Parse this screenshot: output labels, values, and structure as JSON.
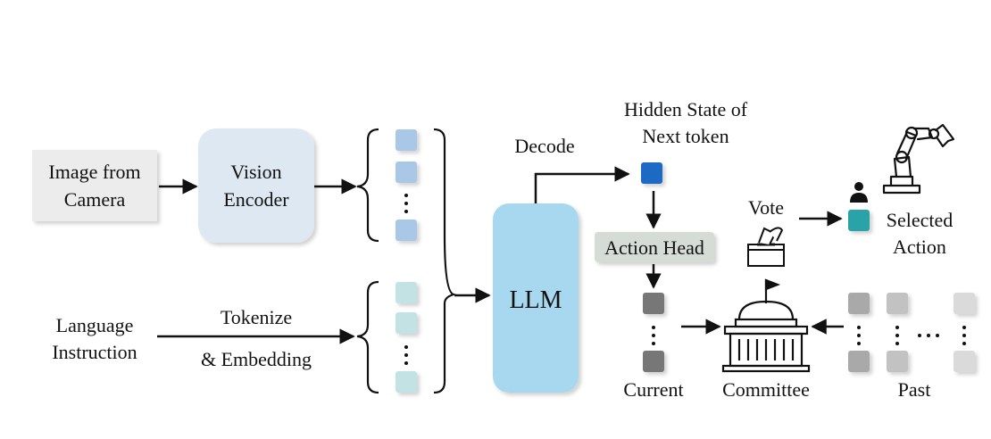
{
  "colors": {
    "image_box": "#ececec",
    "vision_box": "#dde8f3",
    "llm_box": "#a8d8f0",
    "action_head_box": "#d5dcd5",
    "vision_token": "#a9c7e6",
    "language_token": "#c3e2e4",
    "next_token": "#1f6ac4",
    "current_token": "#777777",
    "selected_token": "#2aa3a8",
    "past_token_dark": "#a9a9a9",
    "past_token_mid": "#c2c2c2",
    "past_token_light": "#dadada",
    "arrow": "#111111"
  },
  "nodes": {
    "image_line1": "Image from",
    "image_line2": "Camera",
    "vision_line1": "Vision",
    "vision_line2": "Encoder",
    "language_line1": "Language",
    "language_line2": "Instruction",
    "llm": "LLM",
    "action_head": "Action Head",
    "hidden_line1": "Hidden State of",
    "hidden_line2": "Next token",
    "selected_line1": "Selected",
    "selected_line2": "Action"
  },
  "edges": {
    "tokenize_line1": "Tokenize",
    "tokenize_line2": "& Embedding",
    "decode": "Decode",
    "vote": "Vote"
  },
  "labels": {
    "current": "Current",
    "committee": "Committee",
    "past": "Past",
    "vertical_dots": "⋮",
    "ellipsis": "…"
  },
  "icons": [
    "robot-arm-icon",
    "person-icon",
    "ballot-box-icon",
    "capitol-building-icon"
  ]
}
